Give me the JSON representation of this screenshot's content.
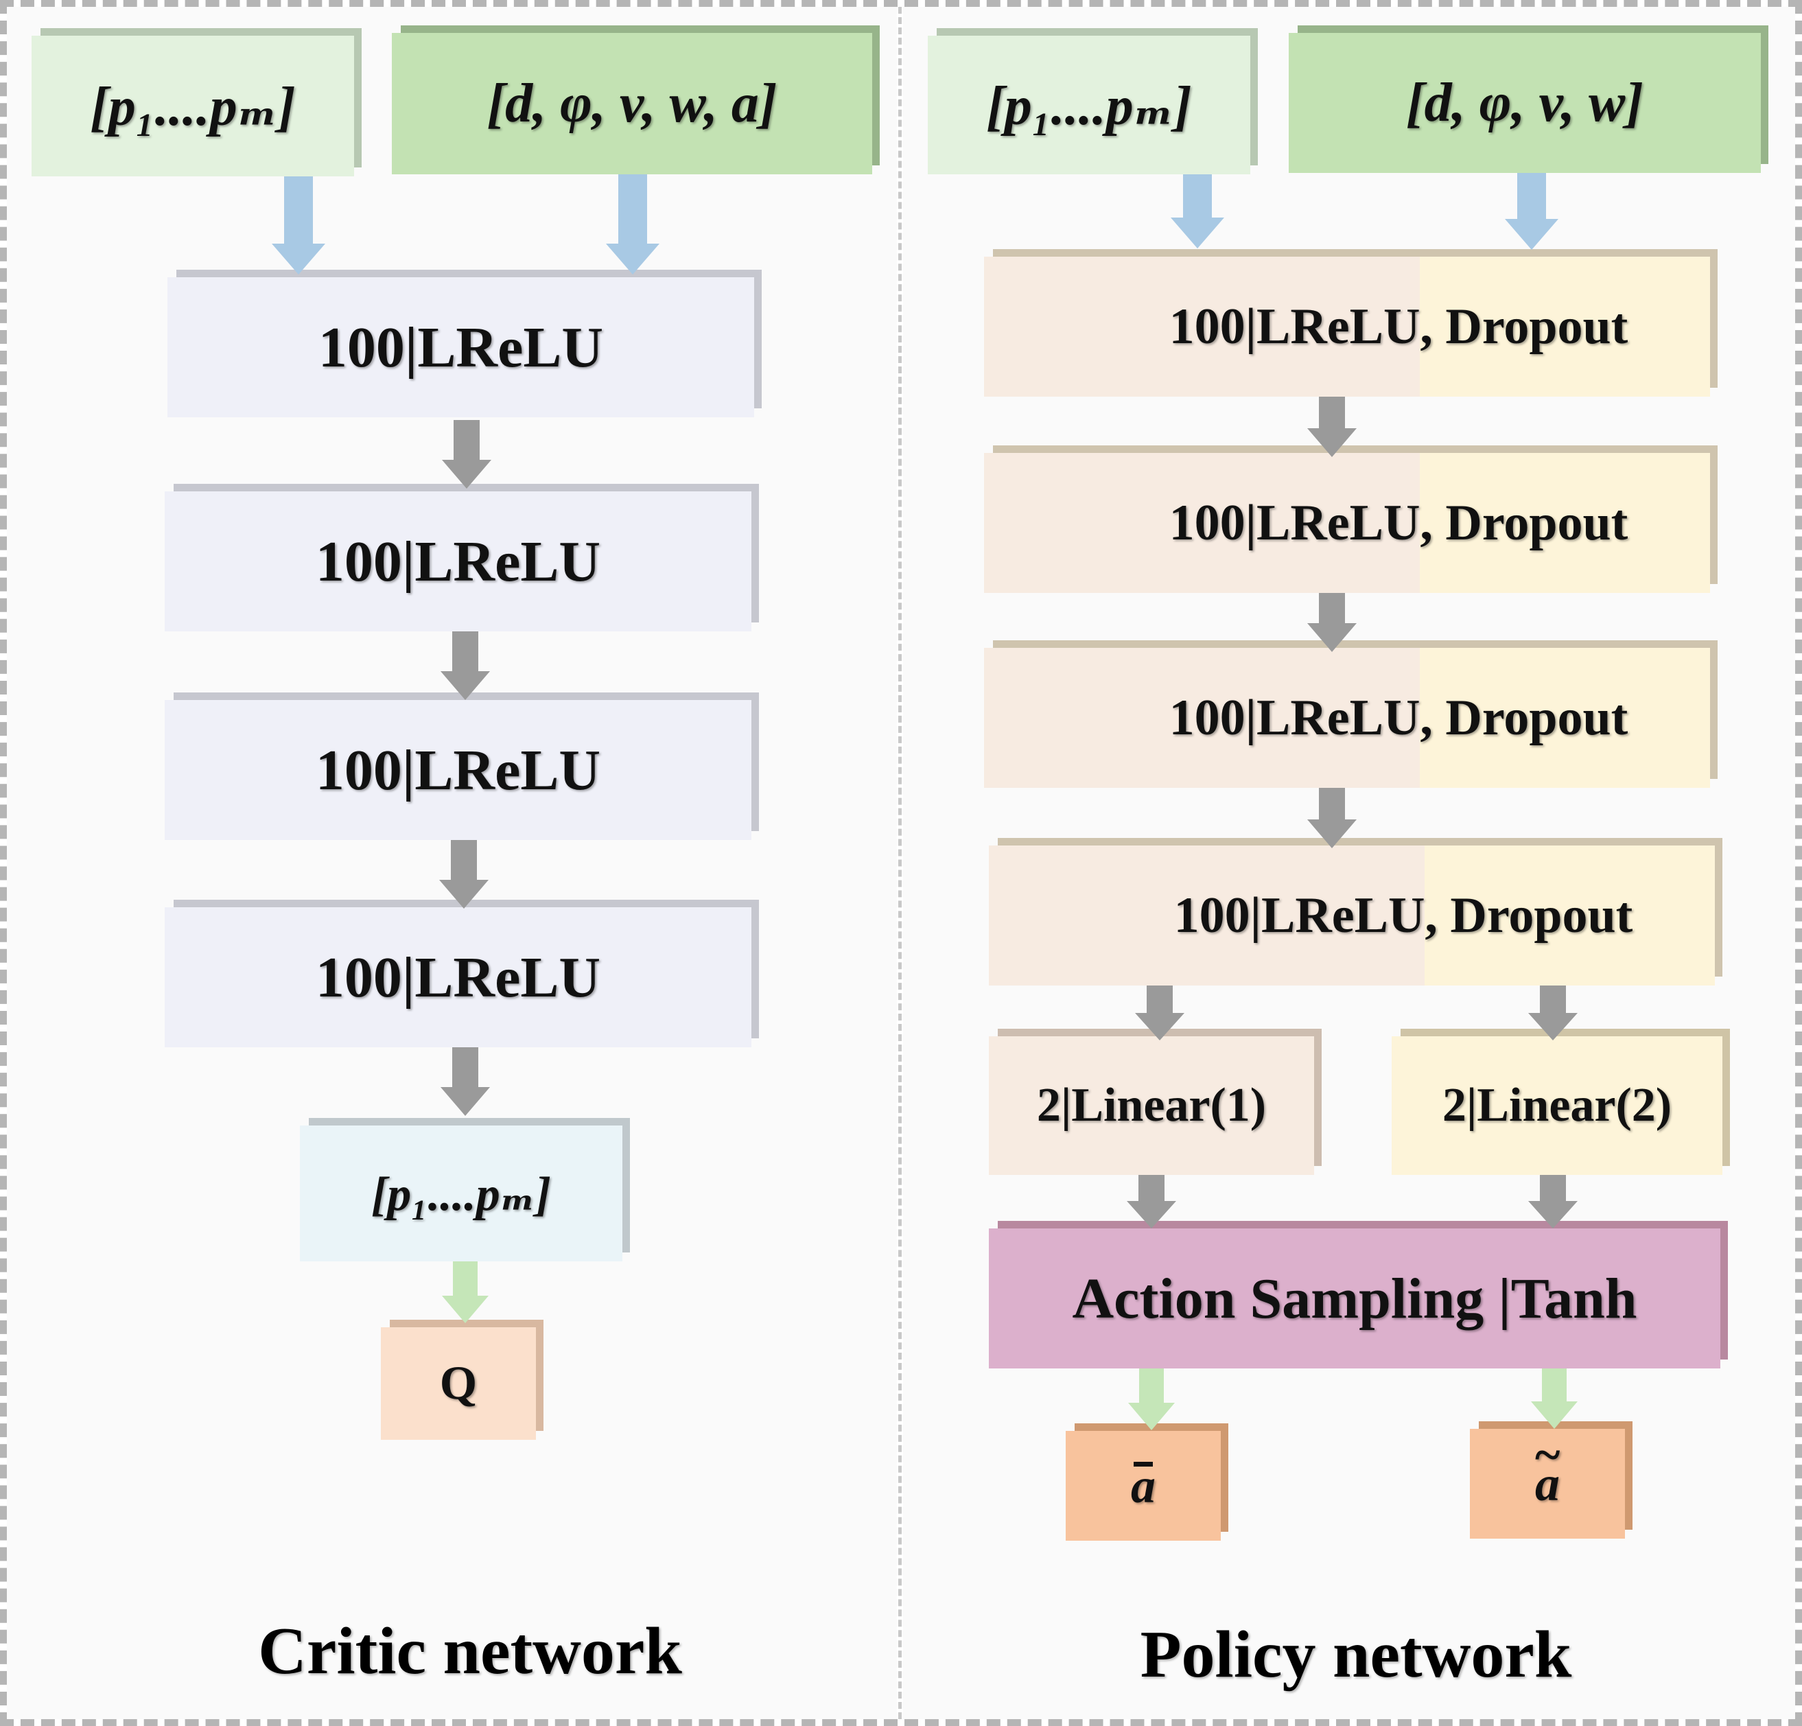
{
  "critic": {
    "input_left": "[p₁....pₘ]",
    "input_right": "[d, φ, v, w, a]",
    "layers": [
      "100|LReLU",
      "100|LReLU",
      "100|LReLU",
      "100|LReLU"
    ],
    "concat": "[p₁....pₘ]",
    "output": "Q",
    "caption": "Critic network"
  },
  "policy": {
    "input_left": "[p₁....pₘ]",
    "input_right": "[d, φ, v, w]",
    "layers": [
      "100|LReLU, Dropout",
      "100|LReLU, Dropout",
      "100|LReLU, Dropout",
      "100|LReLU, Dropout"
    ],
    "linear_1": "2|Linear(1)",
    "linear_2": "2|Linear(2)",
    "sampling": "Action Sampling |Tanh",
    "output_1": "a",
    "output_2": "a",
    "caption": "Policy network"
  },
  "colors": {
    "blue_arrow": "#a8c9e4",
    "gray_arrow": "#9a9a9a",
    "green_arrow": "#c5e6b8"
  }
}
